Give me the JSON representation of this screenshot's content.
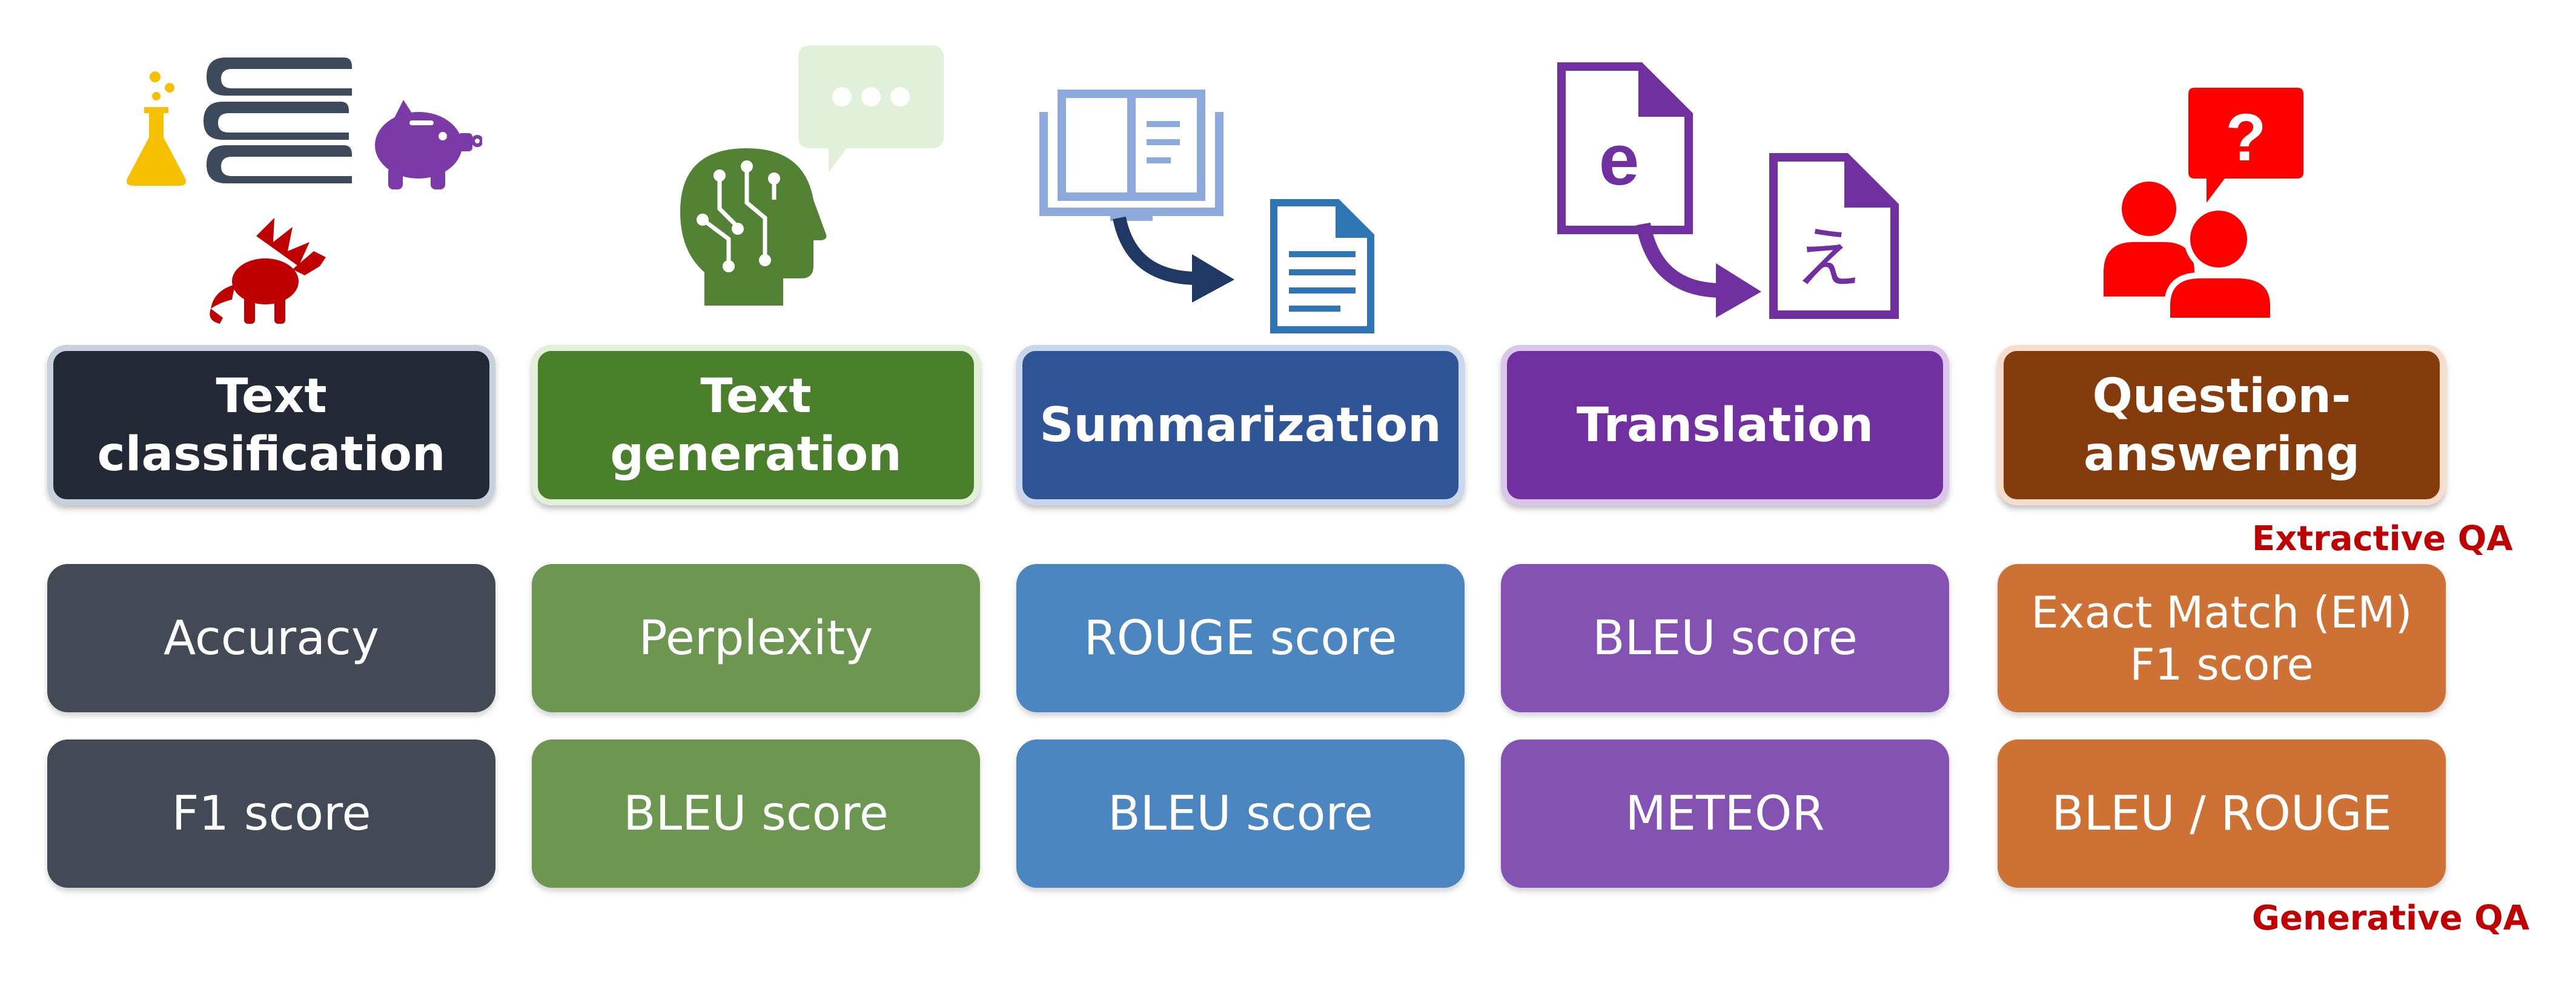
{
  "colors": {
    "classification_header": "#232a36",
    "classification_metric": "#434a55",
    "generation_header": "#4a7f2c",
    "generation_metric": "#6d9751",
    "summarization_header": "#2f5597",
    "summarization_metric": "#4b86c0",
    "translation_header": "#7030a0",
    "translation_metric": "#8352b3",
    "qa_header": "#843c0c",
    "qa_metric": "#cd7134",
    "sublabel": "#c00000"
  },
  "columns": [
    {
      "id": "classification",
      "title_line1": "Text",
      "title_line2": "classification",
      "metrics": [
        "Accuracy",
        "F1 score"
      ],
      "icons": [
        "flask-icon",
        "books-icon",
        "piggy-bank-icon",
        "dragon-icon"
      ]
    },
    {
      "id": "generation",
      "title_line1": "Text",
      "title_line2": "generation",
      "metrics": [
        "Perplexity",
        "BLEU score"
      ],
      "icons": [
        "ai-head-icon",
        "speech-bubble-icon"
      ]
    },
    {
      "id": "summarization",
      "title_line1": "Summarization",
      "metrics": [
        "ROUGE score",
        "BLEU score"
      ],
      "icons": [
        "open-book-icon",
        "arrow-icon",
        "document-icon"
      ]
    },
    {
      "id": "translation",
      "title_line1": "Translation",
      "metrics": [
        "BLEU score",
        "METEOR"
      ],
      "icons": [
        "english-file-icon",
        "arrow-icon",
        "japanese-file-icon"
      ],
      "file_glyph_source": "e",
      "file_glyph_target": "え"
    },
    {
      "id": "qa",
      "title_line1": "Question-",
      "title_line2": "answering",
      "metrics": [
        "Exact Match (EM)",
        "F1 score",
        "BLEU / ROUGE"
      ],
      "sublabel_top": "Extractive QA",
      "sublabel_bottom": "Generative QA",
      "icons": [
        "question-bubble-icon",
        "people-icon"
      ],
      "question_glyph": "?"
    }
  ]
}
